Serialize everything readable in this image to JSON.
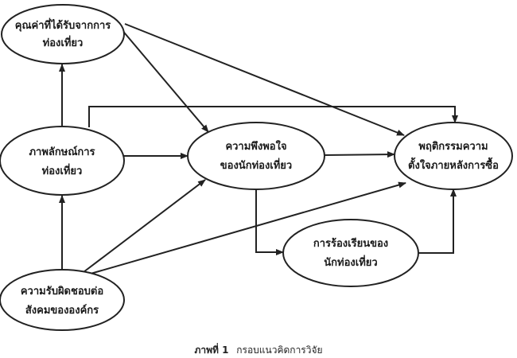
{
  "nodes": {
    "perceived_value": {
      "line1": "คุณค่าที่ได้รับจากการ",
      "line2": "ท่องเที่ยว"
    },
    "tourism_image": {
      "line1": "ภาพลักษณ์การ",
      "line2": "ท่องเที่ยว"
    },
    "csr": {
      "line1": "ความรับผิดชอบต่อ",
      "line2": "สังคมขององค์กร"
    },
    "satisfaction": {
      "line1": "ความพึงพอใจ",
      "line2": "ของนักท่องเที่ยว"
    },
    "complaint": {
      "line1": "การร้องเรียนของ",
      "line2": "นักท่องเที่ยว"
    },
    "post_purchase": {
      "line1": "พฤติกรรมความ",
      "line2": "ตั้งใจภายหลังการซื้อ"
    }
  },
  "caption": {
    "label": "ภาพที่ 1",
    "text": "กรอบแนวคิดการวิจัย"
  },
  "colors": {
    "stroke": "#222222",
    "fill": "#ffffff"
  }
}
